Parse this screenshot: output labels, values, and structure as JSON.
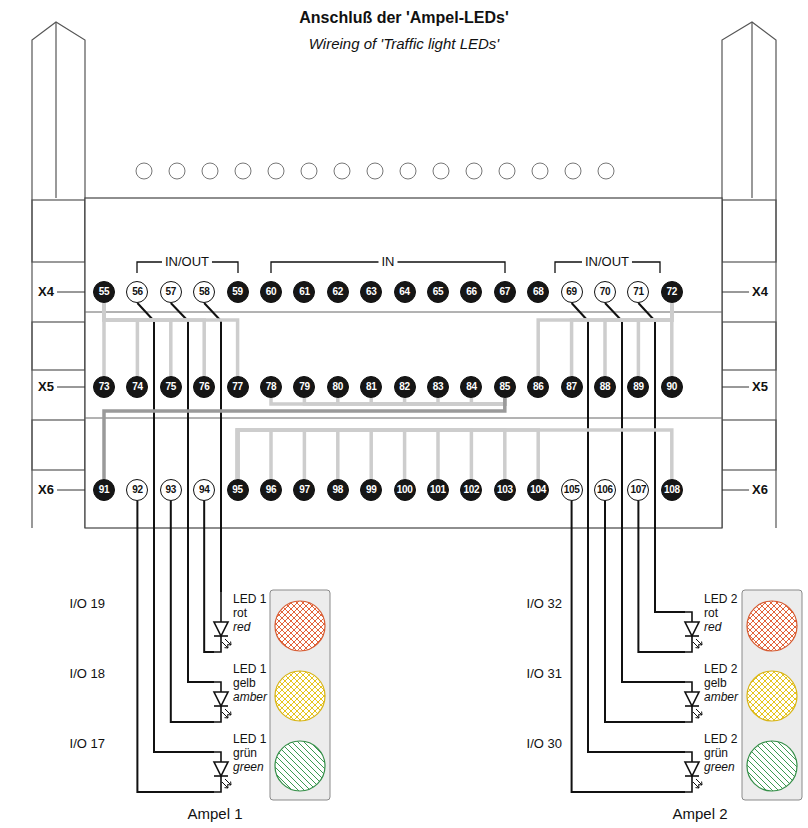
{
  "diagram": {
    "title": "Anschluß der 'Ampel-LEDs'",
    "nodes": [
      {
        "text": [
          "55"
        ]
      },
      {
        "text": [
          "56"
        ]
      },
      {
        "text": [
          "57"
        ]
      },
      {
        "text": [
          "58"
        ]
      },
      {
        "text": [
          "59"
        ]
      },
      {
        "text": [
          "60"
        ]
      },
      {
        "text": [
          "61"
        ]
      },
      {
        "text": [
          "62"
        ]
      },
      {
        "text": [
          "63"
        ]
      },
      {
        "text": [
          "64"
        ]
      },
      {
        "text": [
          "65"
        ]
      },
      {
        "text": [
          "66"
        ]
      },
      {
        "text": [
          "67"
        ]
      },
      {
        "text": [
          "68"
        ]
      },
      {
        "text": [
          "69"
        ]
      },
      {
        "text": [
          "70"
        ]
      },
      {
        "text": [
          "71"
        ]
      },
      {
        "text": [
          "72"
        ]
      },
      {
        "text": [
          "73"
        ]
      },
      {
        "text": [
          "74"
        ]
      },
      {
        "text": [
          "75"
        ]
      },
      {
        "text": [
          "76"
        ]
      },
      {
        "text": [
          "77"
        ]
      },
      {
        "text": [
          "78"
        ]
      },
      {
        "text": [
          "79"
        ]
      },
      {
        "text": [
          "80"
        ]
      },
      {
        "text": [
          "81"
        ]
      },
      {
        "text": [
          "82"
        ]
      },
      {
        "text": [
          "83"
        ]
      },
      {
        "text": [
          "84"
        ]
      },
      {
        "text": [
          "85"
        ]
      },
      {
        "text": [
          "86"
        ]
      },
      {
        "text": [
          "87"
        ]
      },
      {
        "text": [
          "88"
        ]
      },
      {
        "text": [
          "89"
        ]
      },
      {
        "text": [
          "90"
        ]
      },
      {
        "text": [
          "91"
        ]
      },
      {
        "text": [
          "92"
        ]
      },
      {
        "text": [
          "93"
        ]
      },
      {
        "text": [
          "94"
        ]
      },
      {
        "text": [
          "95"
        ]
      },
      {
        "text": [
          "96"
        ]
      },
      {
        "text": [
          "97"
        ]
      },
      {
        "text": [
          "98"
        ]
      },
      {
        "text": [
          "99"
        ]
      },
      {
        "text": [
          "100"
        ]
      },
      {
        "text": [
          "101"
        ]
      },
      {
        "text": [
          "102"
        ]
      },
      {
        "text": [
          "103"
        ]
      },
      {
        "text": [
          "104"
        ]
      },
      {
        "text": [
          "105"
        ]
      },
      {
        "text": [
          "106"
        ]
      },
      {
        "text": [
          "107"
        ]
      },
      {
        "text": [
          "108"
        ]
      },
      {
        "text": [
          "LED 1",
          "rot",
          "red"
        ]
      },
      {
        "text": [
          "LED 2",
          "rot",
          "red"
        ]
      },
      {
        "text": [
          "LED 1",
          "gelb",
          "amber"
        ]
      },
      {
        "text": [
          "LED 2",
          "gelb",
          "amber"
        ]
      },
      {
        "text": [
          "LED 1",
          "grün",
          "green"
        ]
      },
      {
        "text": [
          "LED 2",
          "grün",
          "green"
        ]
      }
    ],
    "edges": [
      {
        "from": 3,
        "to": 54,
        "arrow": "none"
      },
      {
        "from": 39,
        "to": 54,
        "arrow": "none"
      },
      {
        "from": 2,
        "to": 56,
        "arrow": "none"
      },
      {
        "from": 38,
        "to": 56,
        "arrow": "none"
      },
      {
        "from": 1,
        "to": 58,
        "arrow": "none"
      },
      {
        "from": 37,
        "to": 58,
        "arrow": "none"
      },
      {
        "from": 16,
        "to": 55,
        "arrow": "none"
      },
      {
        "from": 52,
        "to": 55,
        "arrow": "none"
      },
      {
        "from": 15,
        "to": 57,
        "arrow": "none"
      },
      {
        "from": 51,
        "to": 57,
        "arrow": "none"
      },
      {
        "from": 14,
        "to": 59,
        "arrow": "none"
      },
      {
        "from": 50,
        "to": 59,
        "arrow": "none"
      },
      {
        "from": 0,
        "to": 18,
        "arrow": "none"
      },
      {
        "from": 0,
        "to": 19,
        "arrow": "none"
      },
      {
        "from": 0,
        "to": 20,
        "arrow": "none"
      },
      {
        "from": 0,
        "to": 21,
        "arrow": "none"
      },
      {
        "from": 0,
        "to": 22,
        "arrow": "none"
      },
      {
        "from": 17,
        "to": 31,
        "arrow": "none"
      },
      {
        "from": 17,
        "to": 32,
        "arrow": "none"
      },
      {
        "from": 17,
        "to": 33,
        "arrow": "none"
      },
      {
        "from": 17,
        "to": 34,
        "arrow": "none"
      },
      {
        "from": 17,
        "to": 35,
        "arrow": "none"
      },
      {
        "from": 30,
        "to": 23,
        "arrow": "none"
      },
      {
        "from": 30,
        "to": 24,
        "arrow": "none"
      },
      {
        "from": 30,
        "to": 25,
        "arrow": "none"
      },
      {
        "from": 30,
        "to": 26,
        "arrow": "none"
      },
      {
        "from": 30,
        "to": 27,
        "arrow": "none"
      },
      {
        "from": 30,
        "to": 28,
        "arrow": "none"
      },
      {
        "from": 30,
        "to": 29,
        "arrow": "none"
      },
      {
        "from": 30,
        "to": 36,
        "arrow": "none"
      },
      {
        "from": 40,
        "to": 41,
        "arrow": "none"
      },
      {
        "from": 40,
        "to": 42,
        "arrow": "none"
      },
      {
        "from": 40,
        "to": 43,
        "arrow": "none"
      },
      {
        "from": 40,
        "to": 44,
        "arrow": "none"
      },
      {
        "from": 40,
        "to": 45,
        "arrow": "none"
      },
      {
        "from": 40,
        "to": 46,
        "arrow": "none"
      },
      {
        "from": 40,
        "to": 47,
        "arrow": "none"
      },
      {
        "from": 40,
        "to": 48,
        "arrow": "none"
      },
      {
        "from": 40,
        "to": 49,
        "arrow": "none"
      },
      {
        "from": 40,
        "to": 53,
        "arrow": "none"
      }
    ],
    "labels": [
      "Wireing of 'Traffic light LEDs'",
      "IN/OUT",
      "IN",
      "IN/OUT",
      "X4",
      "X4",
      "X5",
      "X5",
      "X6",
      "X6",
      "I/O 19",
      "I/O 18",
      "I/O 17",
      "I/O 32",
      "I/O 31",
      "I/O 30",
      "Ampel 1",
      "Ampel 2"
    ]
  }
}
